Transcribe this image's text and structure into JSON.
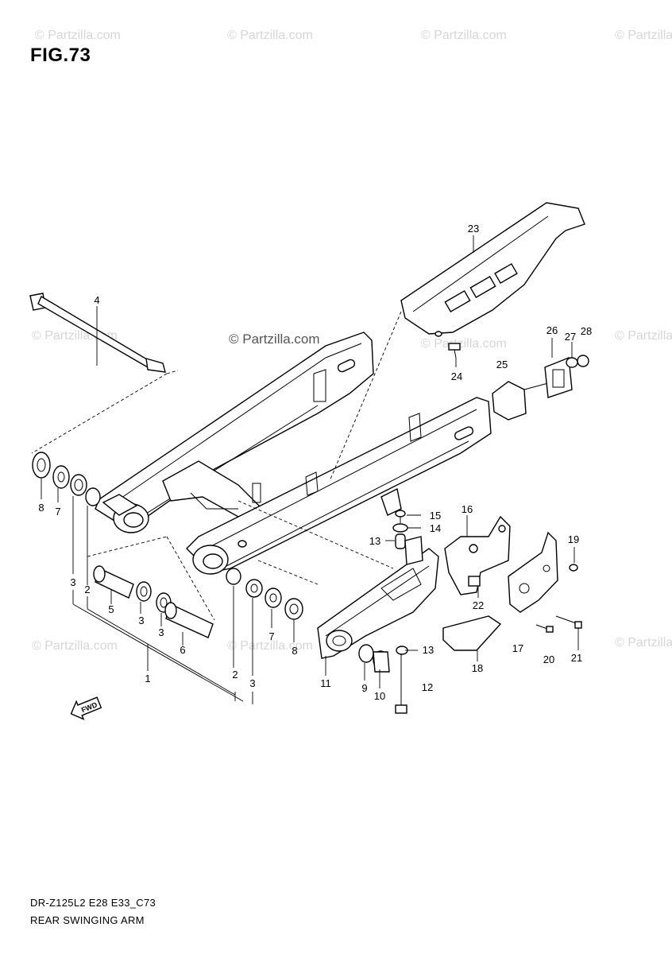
{
  "figure": {
    "title": "FIG.73"
  },
  "watermark": {
    "text": "© Partzilla.com",
    "center_text": "© Partzilla.com"
  },
  "footer": {
    "code": "DR-Z125L2 E28 E33_C73",
    "name": "REAR SWINGING ARM"
  },
  "direction_marker": {
    "text": "FWD"
  },
  "callouts": {
    "c1": "1",
    "c2": "2",
    "c3": "3",
    "c4": "4",
    "c5": "5",
    "c6": "6",
    "c7": "7",
    "c8": "8",
    "c9": "9",
    "c10": "10",
    "c11": "11",
    "c12": "12",
    "c13": "13",
    "c14": "14",
    "c15": "15",
    "c16": "16",
    "c17": "17",
    "c18": "18",
    "c19": "19",
    "c20": "20",
    "c21": "21",
    "c22": "22",
    "c23": "23",
    "c24": "24",
    "c25": "25",
    "c26": "26",
    "c27": "27",
    "c28": "28"
  }
}
